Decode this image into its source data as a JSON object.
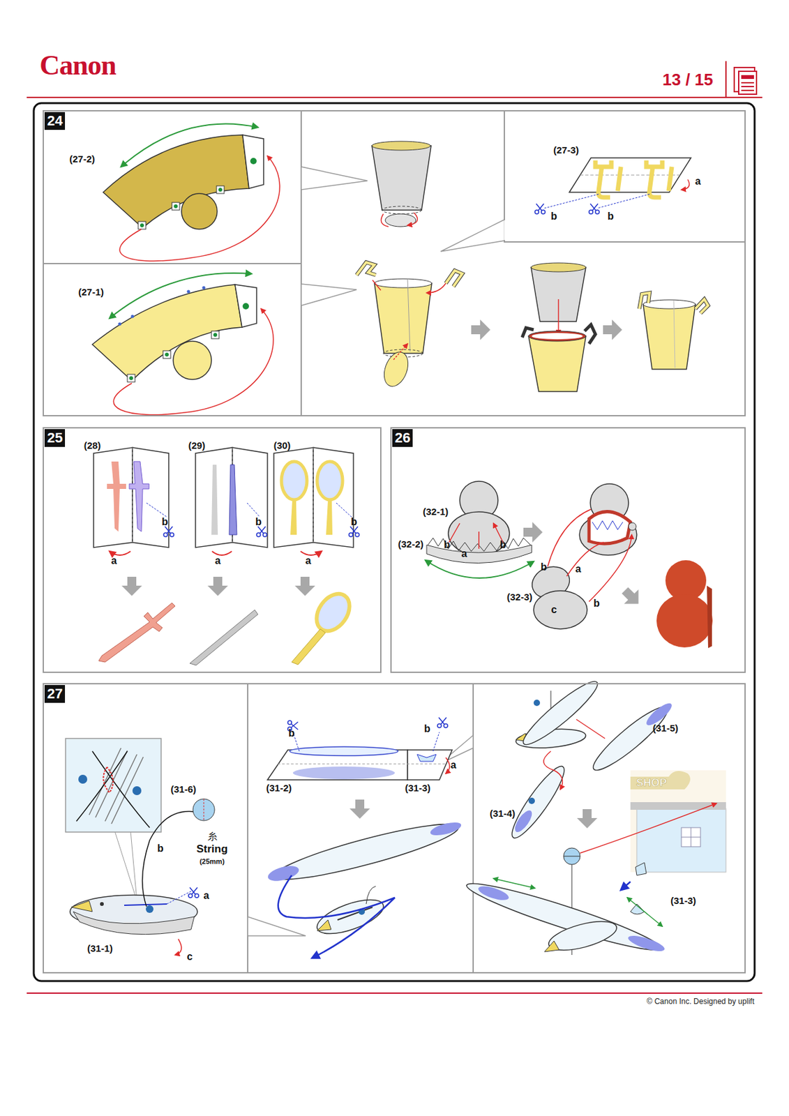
{
  "diagram": {
    "nodes": [
      {
        "text": [
          "24"
        ]
      },
      {
        "text": [
          "25"
        ]
      },
      {
        "text": [
          "26"
        ]
      },
      {
        "text": [
          "27"
        ]
      }
    ],
    "labels": [
      "Canon",
      "13 / 15",
      "(27-2)",
      "(27-1)",
      "(27-3)",
      "a",
      "b",
      "b",
      "(28)",
      "(29)",
      "(30)",
      "b",
      "a",
      "b",
      "a",
      "b",
      "a",
      "(32-1)",
      "(32-2)",
      "b",
      "a",
      "b",
      "b",
      "a",
      "(32-3)",
      "c",
      "b",
      "(31-6)",
      "糸",
      "String",
      "(25mm)",
      "b",
      "a",
      "(31-1)",
      "c",
      "b",
      "b",
      "(31-2)",
      "(31-3)",
      "a",
      "(31-5)",
      "(31-4)",
      "SHOP",
      "(31-3)",
      "© Canon Inc. Designed by uplift"
    ]
  }
}
